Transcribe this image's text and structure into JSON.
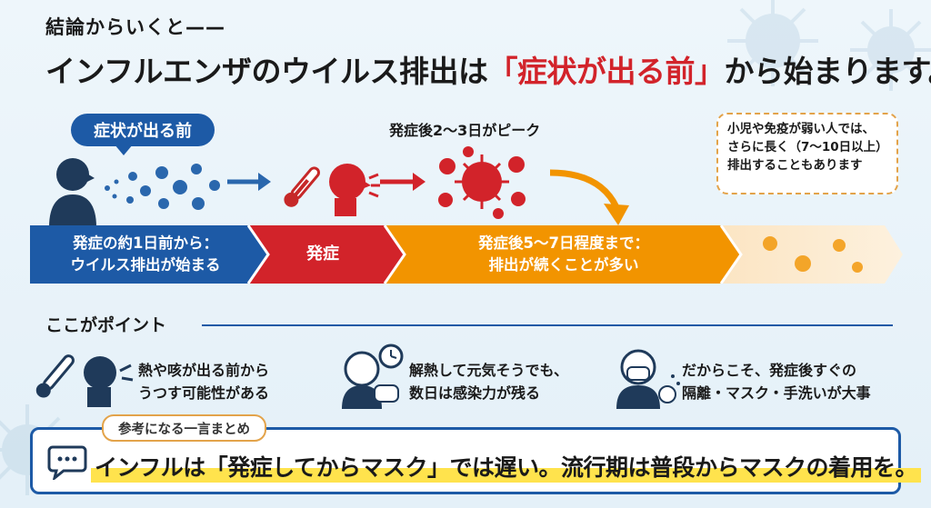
{
  "header": {
    "lead": "結論からいくと——",
    "headline_pre": "インフルエンザのウイルス排出は",
    "headline_highlight": "「症状が出る前」",
    "headline_post": "から始まります。"
  },
  "timeline": {
    "bubble": "症状が出る前",
    "peak_label": "発症後2〜3日がピーク",
    "note_lines": [
      "小児や免疫が弱い人では、",
      "さらに長く（7〜10日以上）",
      "排出することもあります"
    ],
    "segments": [
      {
        "line1": "発症の約1日前から：",
        "line2": "ウイルス排出が始まる"
      },
      {
        "line1": "発症",
        "line2": ""
      },
      {
        "line1": "発症後5〜7日程度まで：",
        "line2": "排出が続くことが多い"
      }
    ]
  },
  "points": {
    "title": "ここがポイント",
    "items": [
      {
        "line1": "熱や咳が出る前から",
        "line2": "うつす可能性がある"
      },
      {
        "line1": "解熱して元気そうでも、",
        "line2": "数日は感染力が残る"
      },
      {
        "line1": "だからこそ、発症後すぐの",
        "line2": "隔離・マスク・手洗いが大事"
      }
    ]
  },
  "summary": {
    "tag": "参考になる一言まとめ",
    "text": "インフルは「発症してからマスク」では遅い。流行期は普段からマスクの着用を。"
  },
  "colors": {
    "blue": "#1d5aa6",
    "red": "#d2232a",
    "orange": "#f29400",
    "highlight": "#ffe34d"
  }
}
